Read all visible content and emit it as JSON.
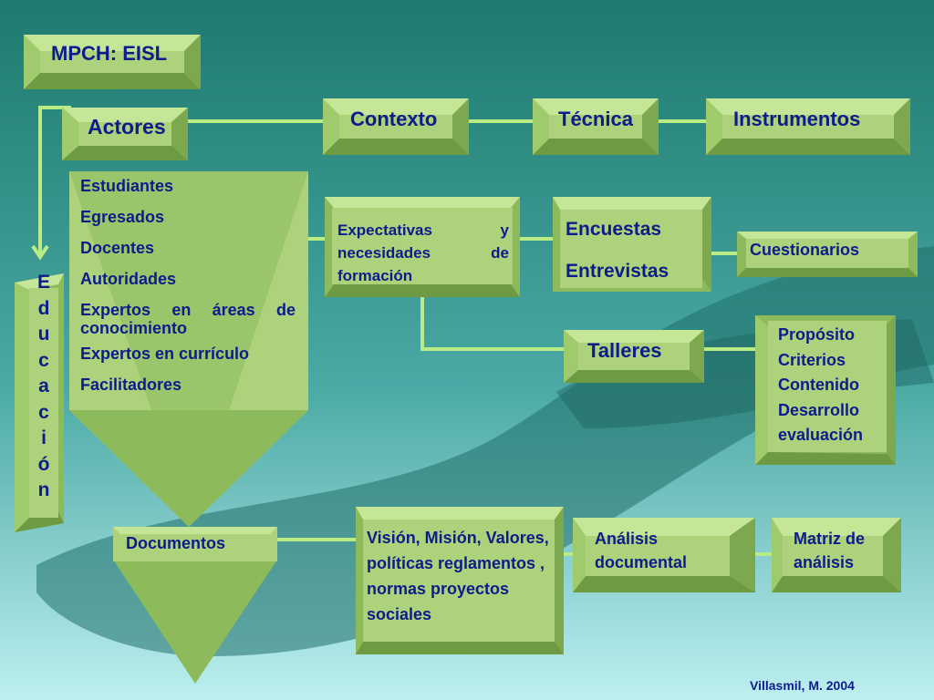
{
  "title": "MPCH: EISL",
  "actores": "Actores",
  "contexto": "Contexto",
  "tecnica": "Técnica",
  "instrumentos": "Instrumentos",
  "vertical": [
    "E",
    "d",
    "u",
    "c",
    "a",
    "c",
    "i",
    "ó",
    "n"
  ],
  "actores_list": [
    "Estudiantes",
    "Egresados",
    "Docentes",
    "Autoridades",
    "Expertos en áreas de conocimiento",
    "Expertos en currículo",
    "Facilitadores"
  ],
  "expectativas": "Expectativas y necesidades de formación",
  "encuestas": "Encuestas",
  "entrevistas": "Entrevistas",
  "cuestionarios": "Cuestionarios",
  "talleres": "Talleres",
  "taller_items": [
    "Propósito",
    "Criterios",
    "Contenido",
    "Desarrollo",
    "evaluación"
  ],
  "documentos": "Documentos",
  "vision": "Visión, Misión, Valores, políticas reglamentos , normas proyectos sociales",
  "analisis": "Análisis documental",
  "matriz": "Matriz de análisis",
  "credit": "Villasmil, M. 2004",
  "colors": {
    "bg_top": "#1e7a6e",
    "bg_bottom": "#bdeff0",
    "box_face": "#aed17c",
    "box_dark": "#7fa74d",
    "text": "#0d1c8c"
  }
}
